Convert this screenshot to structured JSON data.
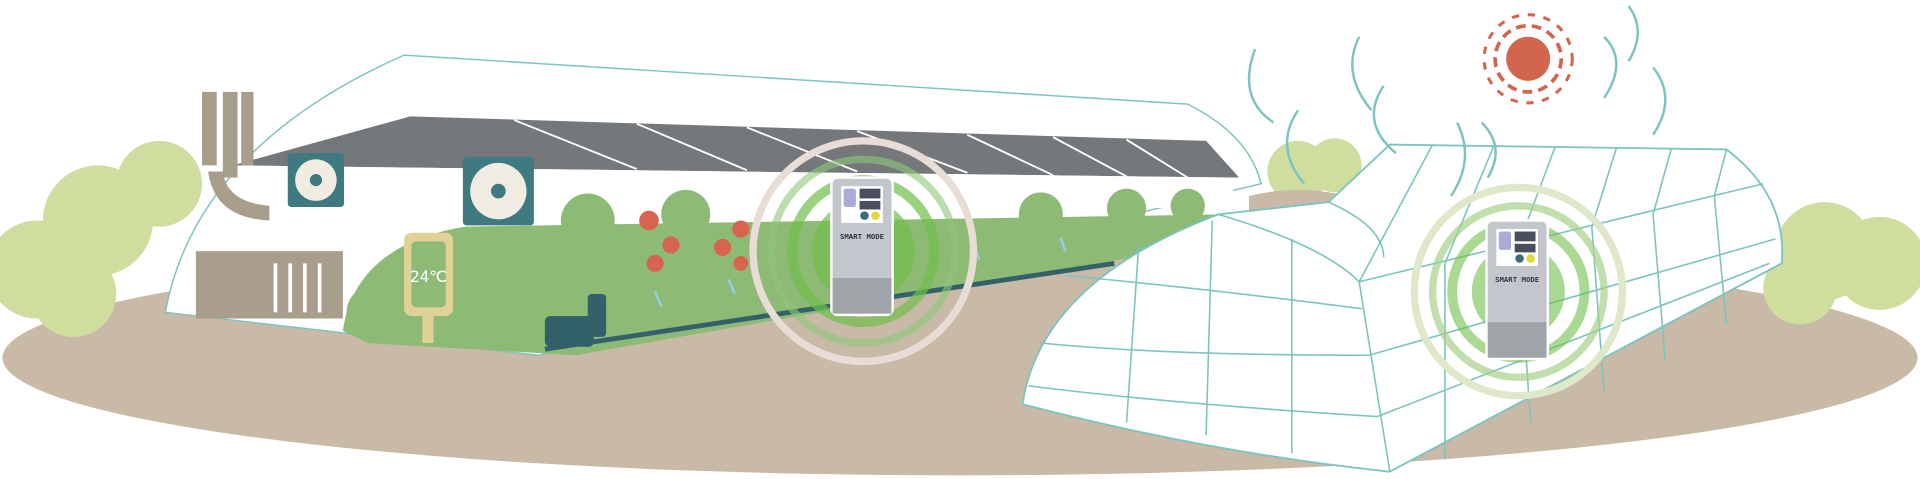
{
  "scene": {
    "temperature_sign": "24℃",
    "controllers": [
      {
        "label": "SMART MODE"
      },
      {
        "label": "SMART MODE"
      }
    ]
  },
  "colors": {
    "ground": "#c9b9a7",
    "bushes": "#cfdd9f",
    "plants": "#8dba74",
    "roof": "#74787b",
    "frame": "#7cc4c0",
    "fan": "#3e7a80",
    "pipe": "#a99d8c",
    "sun": "#d2654e",
    "controller": "#c3c6cc",
    "pulse": "#6fbf4a",
    "flowers": "#d86450"
  },
  "icons": [
    "fan-icon",
    "chimney-icon",
    "thermometer-sign-icon",
    "water-pump-icon",
    "sprinkler-icon",
    "sun-icon",
    "wind-icon",
    "controller-icon"
  ]
}
